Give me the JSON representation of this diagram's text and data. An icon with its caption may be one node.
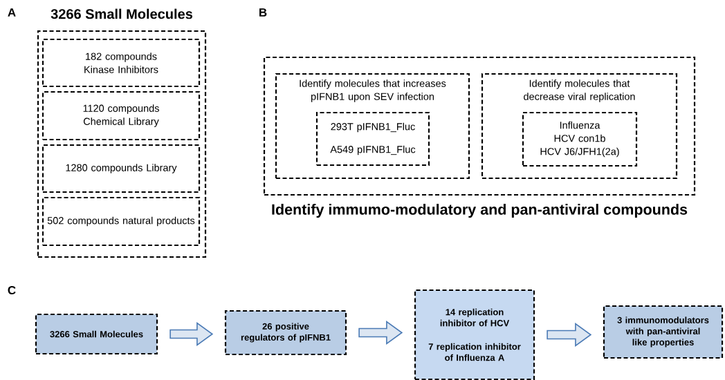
{
  "diagram": {
    "nodes": [
      {
        "text": [
          "3266 Small Molecules"
        ]
      },
      {
        "text": [
          "182 compounds Kinase Inhibitors"
        ],
        "in": 0
      },
      {
        "text": [
          "1120 compounds Chemical Library"
        ],
        "in": 0
      },
      {
        "text": [
          "1280 compounds Library"
        ],
        "in": 0
      },
      {
        "text": [
          "502 compounds natural products"
        ],
        "in": 0
      },
      {
        "text": [
          "Identify immumo-modulatory and pan-antiviral compounds"
        ]
      },
      {
        "text": [
          "Identify molecules that increases pIFNB1 upon SEV infection"
        ],
        "in": 5
      },
      {
        "text": [
          "293T pIFNB1_Fluc",
          "A549 pIFNB1_Fluc"
        ],
        "in": 6
      },
      {
        "text": [
          "Identify molecules that decrease viral replication"
        ],
        "in": 5
      },
      {
        "text": [
          "Influenza",
          "HCV con1b",
          "HCV J6/JFH1(2a)"
        ],
        "in": 8
      },
      {
        "text": [
          "3266  Small Molecules"
        ]
      },
      {
        "text": [
          "26 positive regulators of pIFNB1"
        ]
      },
      {
        "text": [
          "14 replication inhibitor of HCV",
          "7 replication inhibitor of Influenza A"
        ]
      },
      {
        "text": [
          "3 immunomodulators with pan-antiviral like properties"
        ]
      }
    ],
    "edges": [
      {
        "from": 10,
        "to": 11,
        "arrow": "to"
      },
      {
        "from": 11,
        "to": 12,
        "arrow": "to"
      },
      {
        "from": 12,
        "to": 13,
        "arrow": "to"
      }
    ],
    "labels": [
      "A",
      "B",
      "C"
    ]
  }
}
